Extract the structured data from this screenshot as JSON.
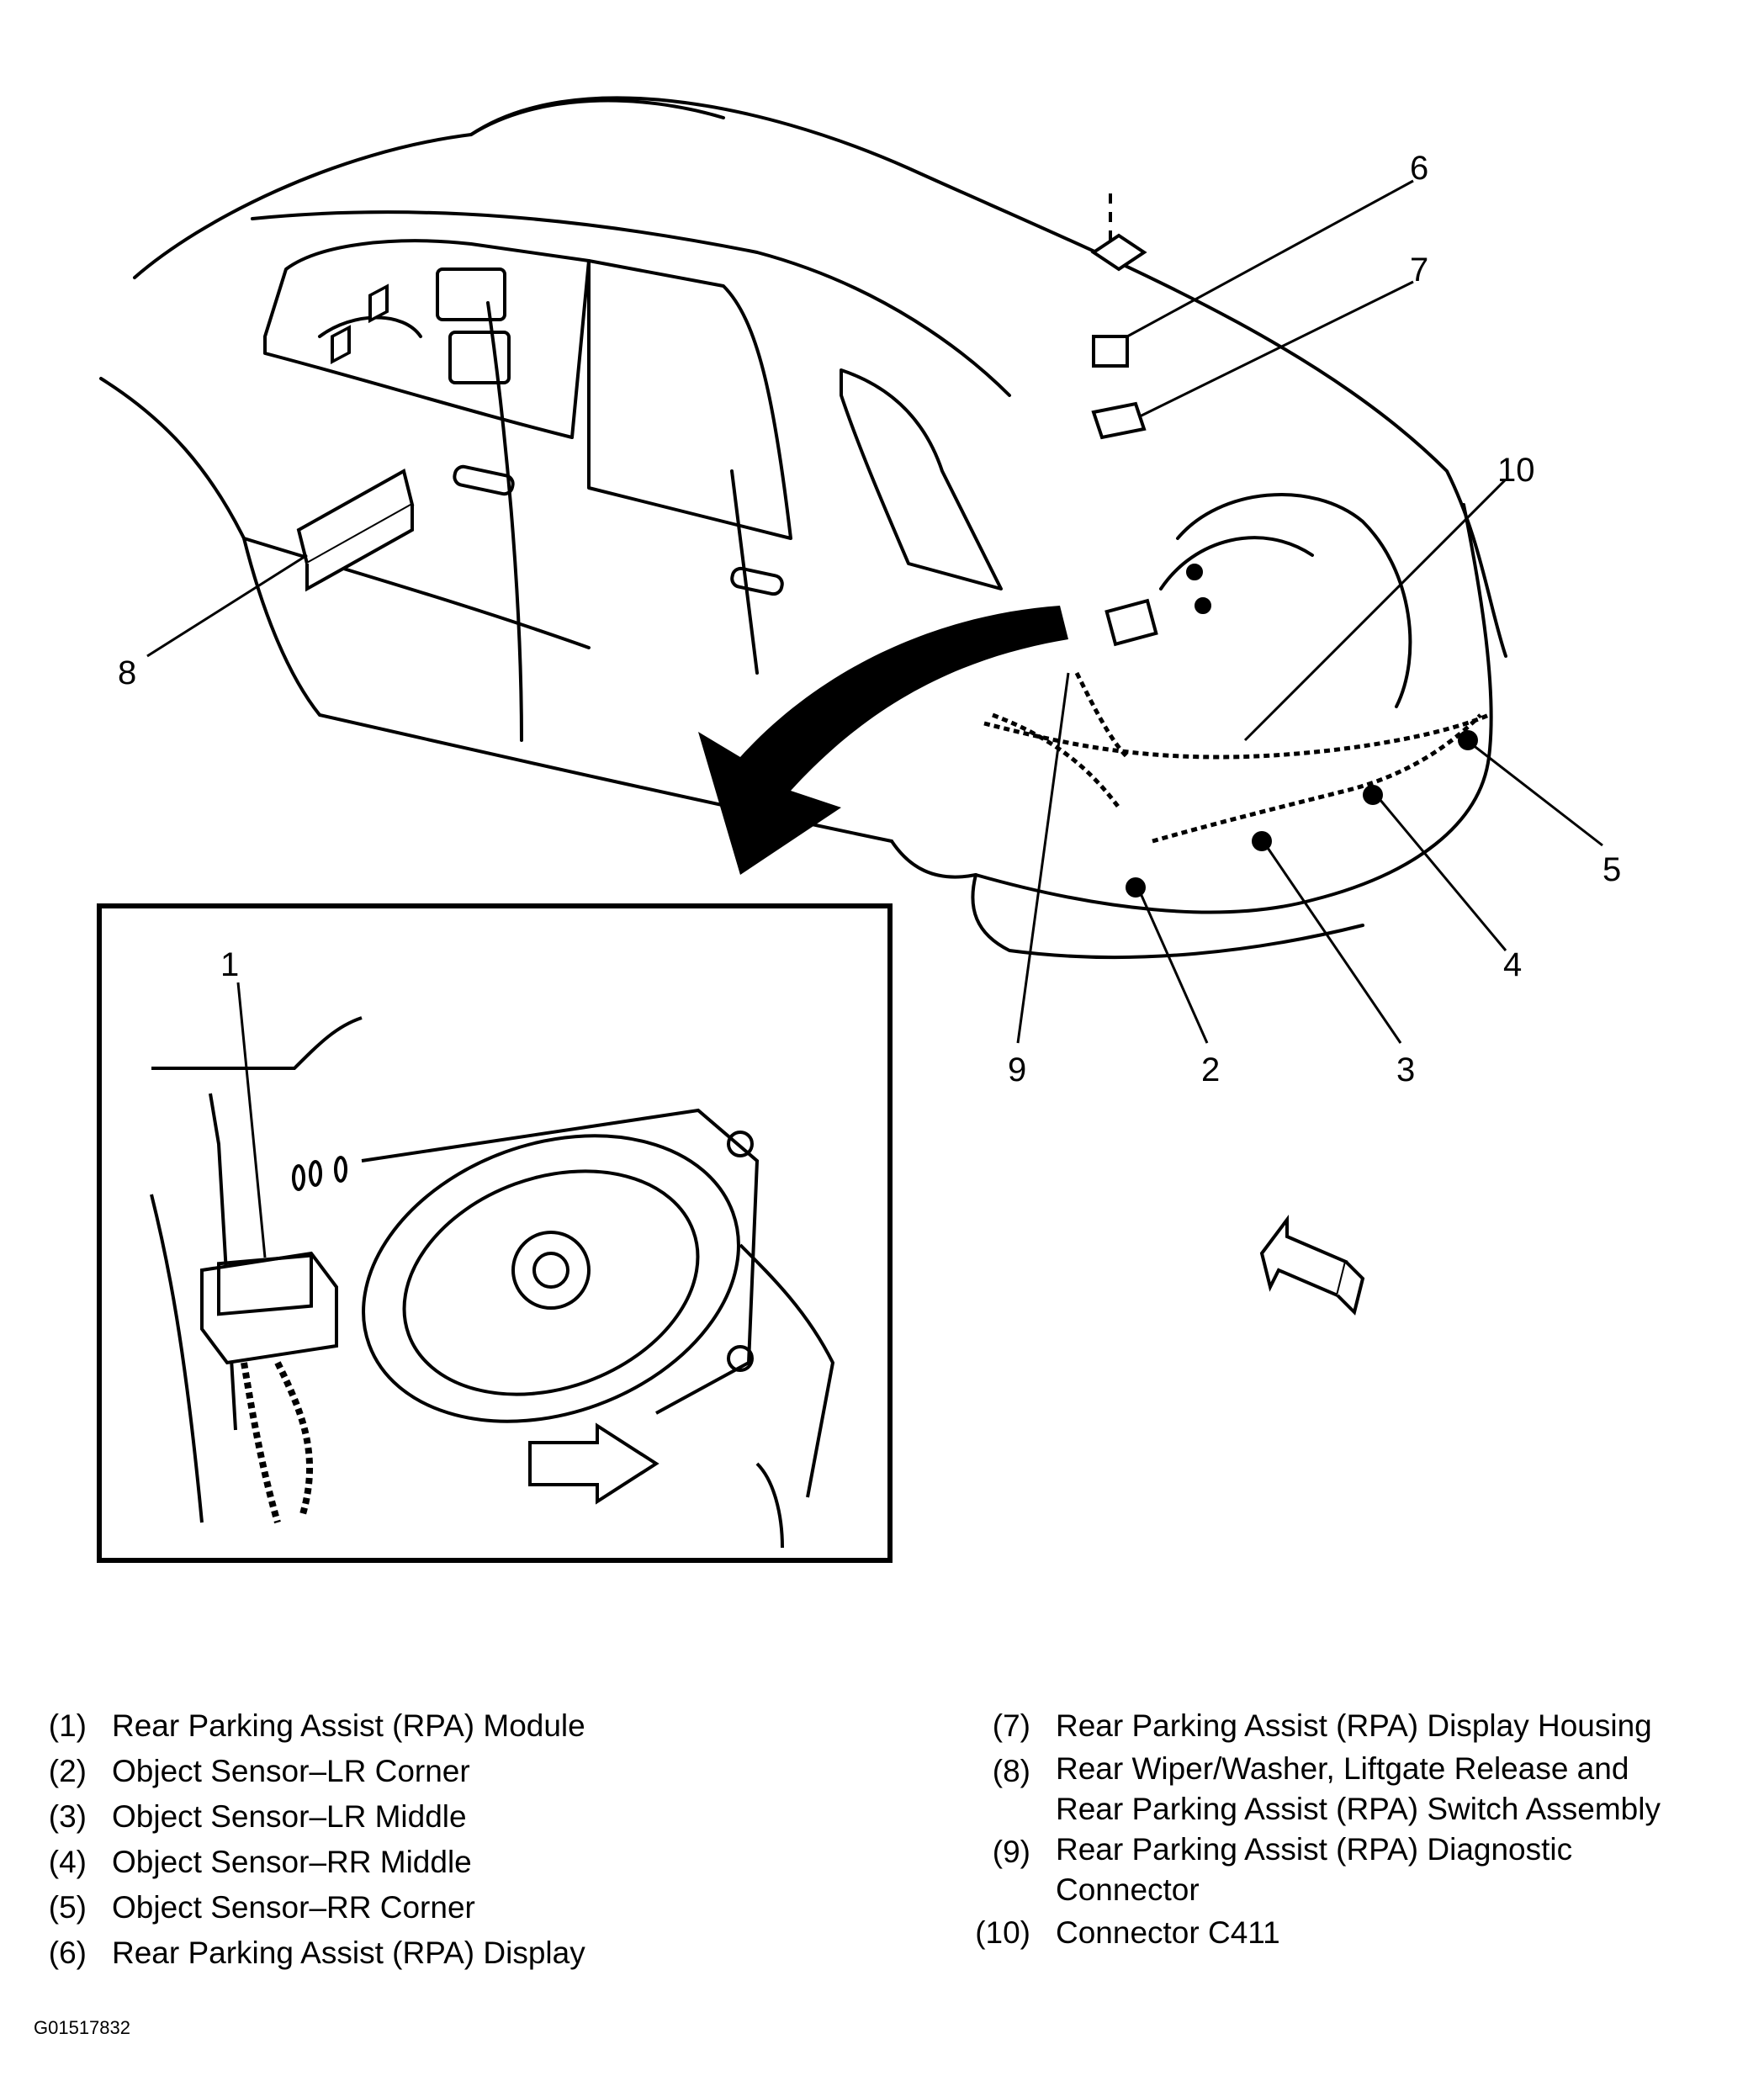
{
  "callouts": [
    "1",
    "2",
    "3",
    "4",
    "5",
    "6",
    "7",
    "8",
    "9",
    "10"
  ],
  "legend": {
    "left": [
      {
        "num": "(1)",
        "text": "Rear Parking Assist (RPA) Module"
      },
      {
        "num": "(2)",
        "text": "Object Sensor–LR Corner"
      },
      {
        "num": "(3)",
        "text": "Object Sensor–LR Middle"
      },
      {
        "num": "(4)",
        "text": "Object Sensor–RR Middle"
      },
      {
        "num": "(5)",
        "text": "Object Sensor–RR Corner"
      },
      {
        "num": "(6)",
        "text": "Rear Parking Assist (RPA) Display"
      }
    ],
    "right": [
      {
        "num": "(7)",
        "text": "Rear Parking Assist (RPA) Display Housing"
      },
      {
        "num": "(8)",
        "text": "Rear Wiper/Washer, Liftgate Release and\nRear Parking Assist (RPA) Switch Assembly"
      },
      {
        "num": "(9)",
        "text": "Rear Parking Assist (RPA) Diagnostic\nConnector"
      },
      {
        "num": "(10)",
        "text": "Connector C411"
      }
    ]
  },
  "figure_id": "G01517832"
}
